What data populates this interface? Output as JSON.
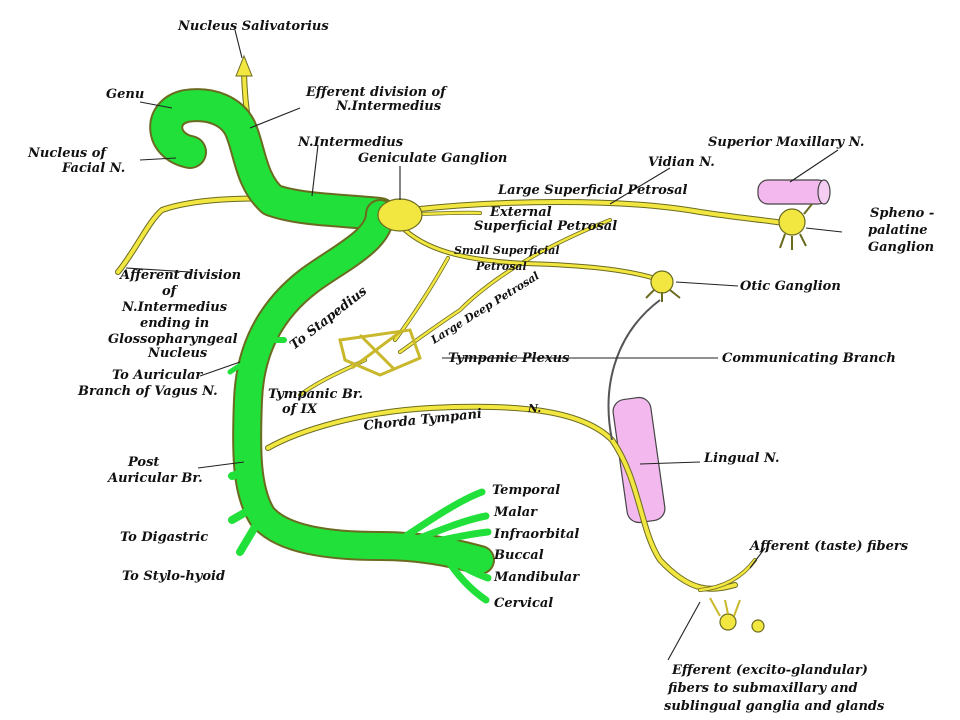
{
  "labels": {
    "nucleus_salivatorius": "Nucleus Salivatorius",
    "genu": "Genu",
    "efferent_div_1": "Efferent division of",
    "efferent_div_2": "N.Intermedius",
    "nucleus_facial_1": "Nucleus of",
    "nucleus_facial_2": "Facial N.",
    "n_intermedius": "N.Intermedius",
    "geniculate_ganglion": "Geniculate Ganglion",
    "superior_maxillary": "Superior Maxillary N.",
    "vidian": "Vidian N.",
    "large_sup_petrosal": "Large Superficial Petrosal",
    "external_1": "External",
    "external_2": "Superficial Petrosal",
    "spheno_1": "Spheno -",
    "spheno_2": "palatine",
    "spheno_3": "Ganglion",
    "small_sup_1": "Small Superficial",
    "small_sup_2": "Petrosal",
    "large_deep_petrosal": "Large Deep Petrosal",
    "otic_ganglion": "Otic Ganglion",
    "afferent_div_1": "Afferent division",
    "afferent_div_2": "of",
    "afferent_div_3": "N.Intermedius",
    "afferent_div_4": "ending in",
    "afferent_div_5": "Glossopharyngeal",
    "afferent_div_6": "Nucleus",
    "to_stapedius": "To Stapedius",
    "tympanic_plexus": "Tympanic Plexus",
    "communicating_branch": "Communicating Branch",
    "to_auricular_1": "To Auricular",
    "to_auricular_2": "Branch of Vagus N.",
    "tympanic_br_1": "Tympanic Br.",
    "tympanic_br_2": "of IX",
    "chorda_tympani": "Chorda Tympani",
    "chorda_n": "N.",
    "lingual": "Lingual N.",
    "post_auricular_1": "Post",
    "post_auricular_2": "Auricular Br.",
    "to_digastric": "To Digastric",
    "to_stylohyoid": "To Stylo-hyoid",
    "temporal": "Temporal",
    "malar": "Malar",
    "infraorbital": "Infraorbital",
    "buccal": "Buccal",
    "mandibular": "Mandibular",
    "cervical": "Cervical",
    "afferent_taste": "Afferent (taste) fibers",
    "efferent_glandular_1": "Efferent (excito-glandular)",
    "efferent_glandular_2": "fibers to submaxillary and",
    "efferent_glandular_3": "sublingual ganglia and glands"
  },
  "colors": {
    "facial_motor": "#22e03a",
    "intermedius_sensory": "#f2e640",
    "cut_nerves": "#f3b8ee",
    "border": "#6b6b20",
    "text": "#111111"
  }
}
